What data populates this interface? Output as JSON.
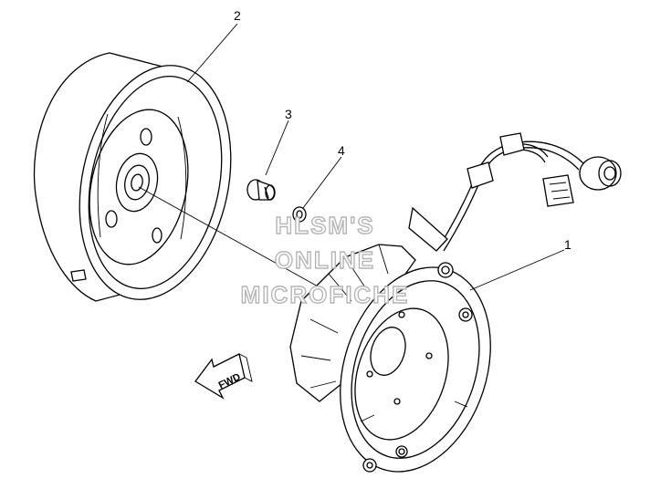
{
  "callouts": [
    {
      "label": "1",
      "part": "stator-assembly"
    },
    {
      "label": "2",
      "part": "rotor-flywheel"
    },
    {
      "label": "3",
      "part": "bolt"
    },
    {
      "label": "4",
      "part": "washer"
    }
  ],
  "watermark": {
    "line1": "HLSM'S",
    "line2": "ONLINE",
    "line3": "MICROFICHE"
  },
  "direction_arrow": {
    "label": "FWD"
  },
  "colors": {
    "line": "#000000",
    "watermark_outline": "#b5b5b5",
    "background": "#ffffff"
  }
}
